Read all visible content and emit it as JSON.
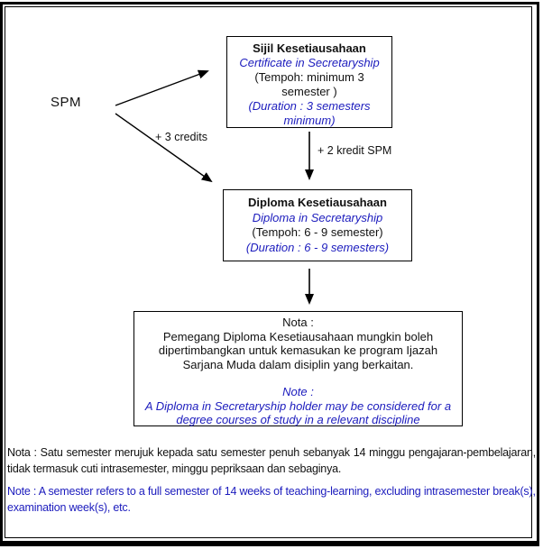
{
  "diagram": {
    "spm_label": "SPM",
    "arrow_labels": {
      "plus_3_credits": "+ 3 credits",
      "plus_2_kredit_spm": "+ 2 kredit SPM"
    },
    "certificate_box": {
      "title_ms": "Sijil Kesetiausahaan",
      "title_en": "Certificate in Secretaryship",
      "duration_ms": "(Tempoh: minimum 3 semester )",
      "duration_en": "(Duration : 3 semesters minimum)"
    },
    "diploma_box": {
      "title_ms": "Diploma Kesetiausahaan",
      "title_en": "Diploma in Secretaryship",
      "duration_ms": "(Tempoh: 6 - 9 semester)",
      "duration_en": "(Duration : 6 - 9 semesters)"
    },
    "nota_box": {
      "heading_ms": "Nota :",
      "body_ms": "Pemegang Diploma Kesetiausahaan mungkin boleh dipertimbangkan untuk kemasukan ke program Ijazah Sarjana Muda dalam disiplin yang berkaitan.",
      "heading_en": "Note :",
      "body_en": "A Diploma in Secretaryship holder may be considered for a degree courses of study  in a relevant discipline"
    }
  },
  "footnotes": {
    "nota_ms": "Nota : Satu semester merujuk kepada satu semester penuh sebanyak 14 minggu pengajaran-pembelajaran, tidak termasuk cuti intrasemester, minggu pepriksaan dan sebaginya.",
    "note_en": "Note : A semester refers to a full semester of  14 weeks of teaching-learning, excluding intrasemester break(s), examination week(s), etc."
  },
  "colors": {
    "accent_blue": "#1b1bbd",
    "text_black": "#111111",
    "border_black": "#000000"
  }
}
